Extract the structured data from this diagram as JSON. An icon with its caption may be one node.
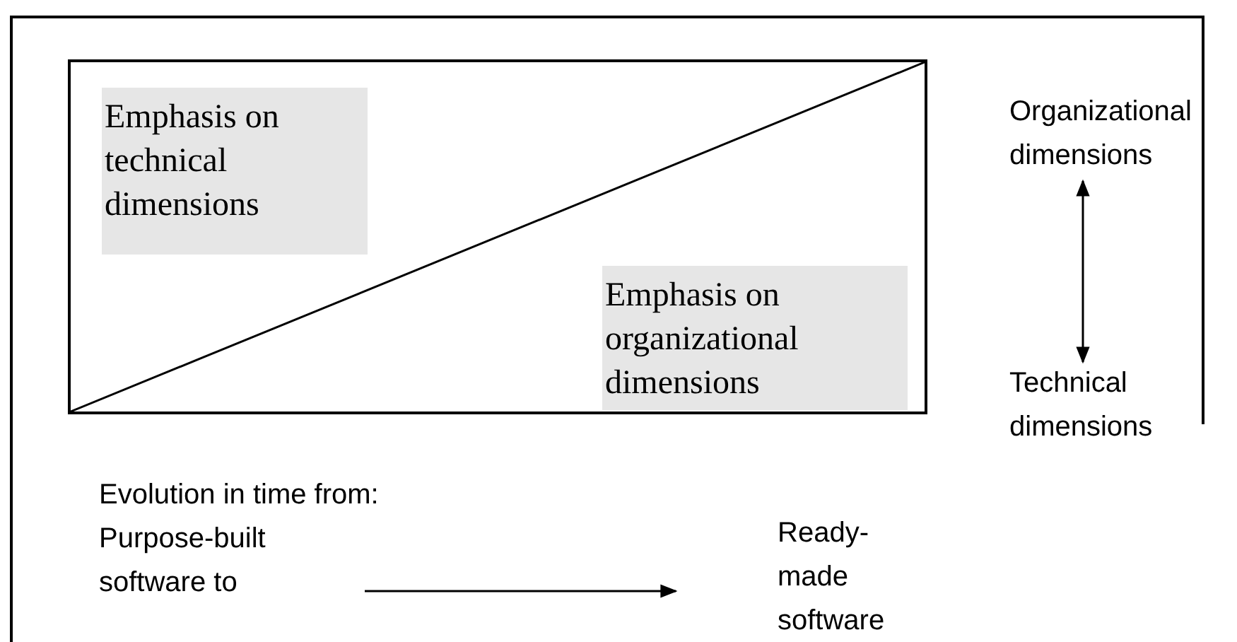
{
  "diagram": {
    "nodes": [
      {
        "text": [],
        "shape": "box"
      },
      {
        "text": [
          "Emphasis on technical dimensions"
        ],
        "in": 0
      },
      {
        "text": [
          "Emphasis on organizational dimensions"
        ],
        "in": 0
      },
      {
        "text": [
          "Organizational dimensions"
        ]
      },
      {
        "text": [
          "Technical dimensions"
        ]
      },
      {
        "text": [
          "Purpose-built software to"
        ]
      },
      {
        "text": [
          "Ready- made software"
        ]
      }
    ],
    "edges": [
      {
        "from": 3,
        "to": 4,
        "arrow": "both"
      },
      {
        "from": 5,
        "to": 6,
        "arrow": "to"
      }
    ],
    "labels": [
      "Evolution in time from:"
    ]
  }
}
